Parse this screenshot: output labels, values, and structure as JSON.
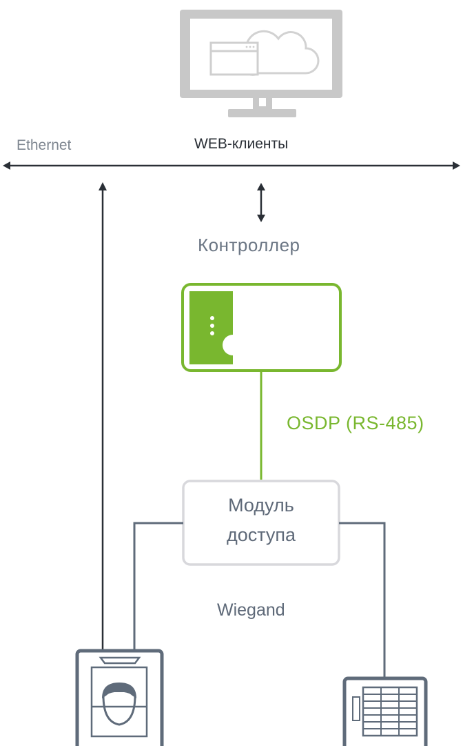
{
  "labels": {
    "web_clients": "WEB-клиенты",
    "ethernet": "Ethernet",
    "controller": "Контроллер",
    "osdp": "OSDP (RS-485)",
    "module_line1": "Модуль",
    "module_line2": "доступа",
    "wiegand": "Wiegand"
  },
  "colors": {
    "accent_green": "#79b72f",
    "monitor_gray": "#c8c8c8",
    "module_border": "#d8d8dc",
    "device_slate": "#5f6b7a",
    "line_dark": "#2a2f36"
  },
  "icons": {
    "monitor": "monitor-cloud-icon",
    "controller": "controller-device-icon",
    "face_reader": "face-recognition-reader-icon",
    "keypad_reader": "keypad-reader-icon"
  }
}
